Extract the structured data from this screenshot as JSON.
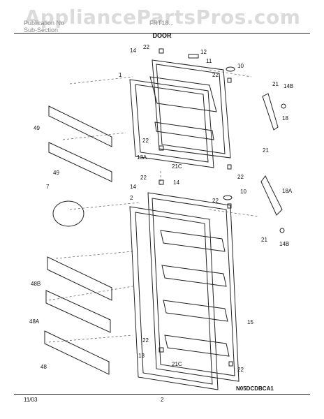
{
  "header": {
    "line1": "Publication No",
    "line2": "Sub-Section",
    "line3": "FRT18...",
    "title": "DOOR"
  },
  "watermark": "AppliancePartsPros.com",
  "footer": {
    "date": "11/03",
    "page": "2",
    "code": "N05DCDBCA1"
  },
  "callouts": {
    "c14a": "14",
    "c22a": "22",
    "c12": "12",
    "c11": "11",
    "c1": "1",
    "c22b": "22",
    "c10a": "10",
    "c21a": "21",
    "c14B": "14B",
    "c18": "18",
    "c49a": "49",
    "c49b": "49",
    "c22c": "22",
    "c13A": "13A",
    "c21Ca": "21C",
    "c21b": "21",
    "c22d": "22",
    "c22e": "22",
    "c14b": "14",
    "c7": "7",
    "c14c": "14",
    "c2": "2",
    "c10b": "10",
    "c22f": "22",
    "c18A": "18A",
    "c21c": "21",
    "c14Bb": "14B",
    "c48B": "48B",
    "c48A": "48A",
    "c48": "48",
    "c15": "15",
    "c22g": "22",
    "c13": "13",
    "c21Cb": "21C",
    "c22h": "22"
  }
}
